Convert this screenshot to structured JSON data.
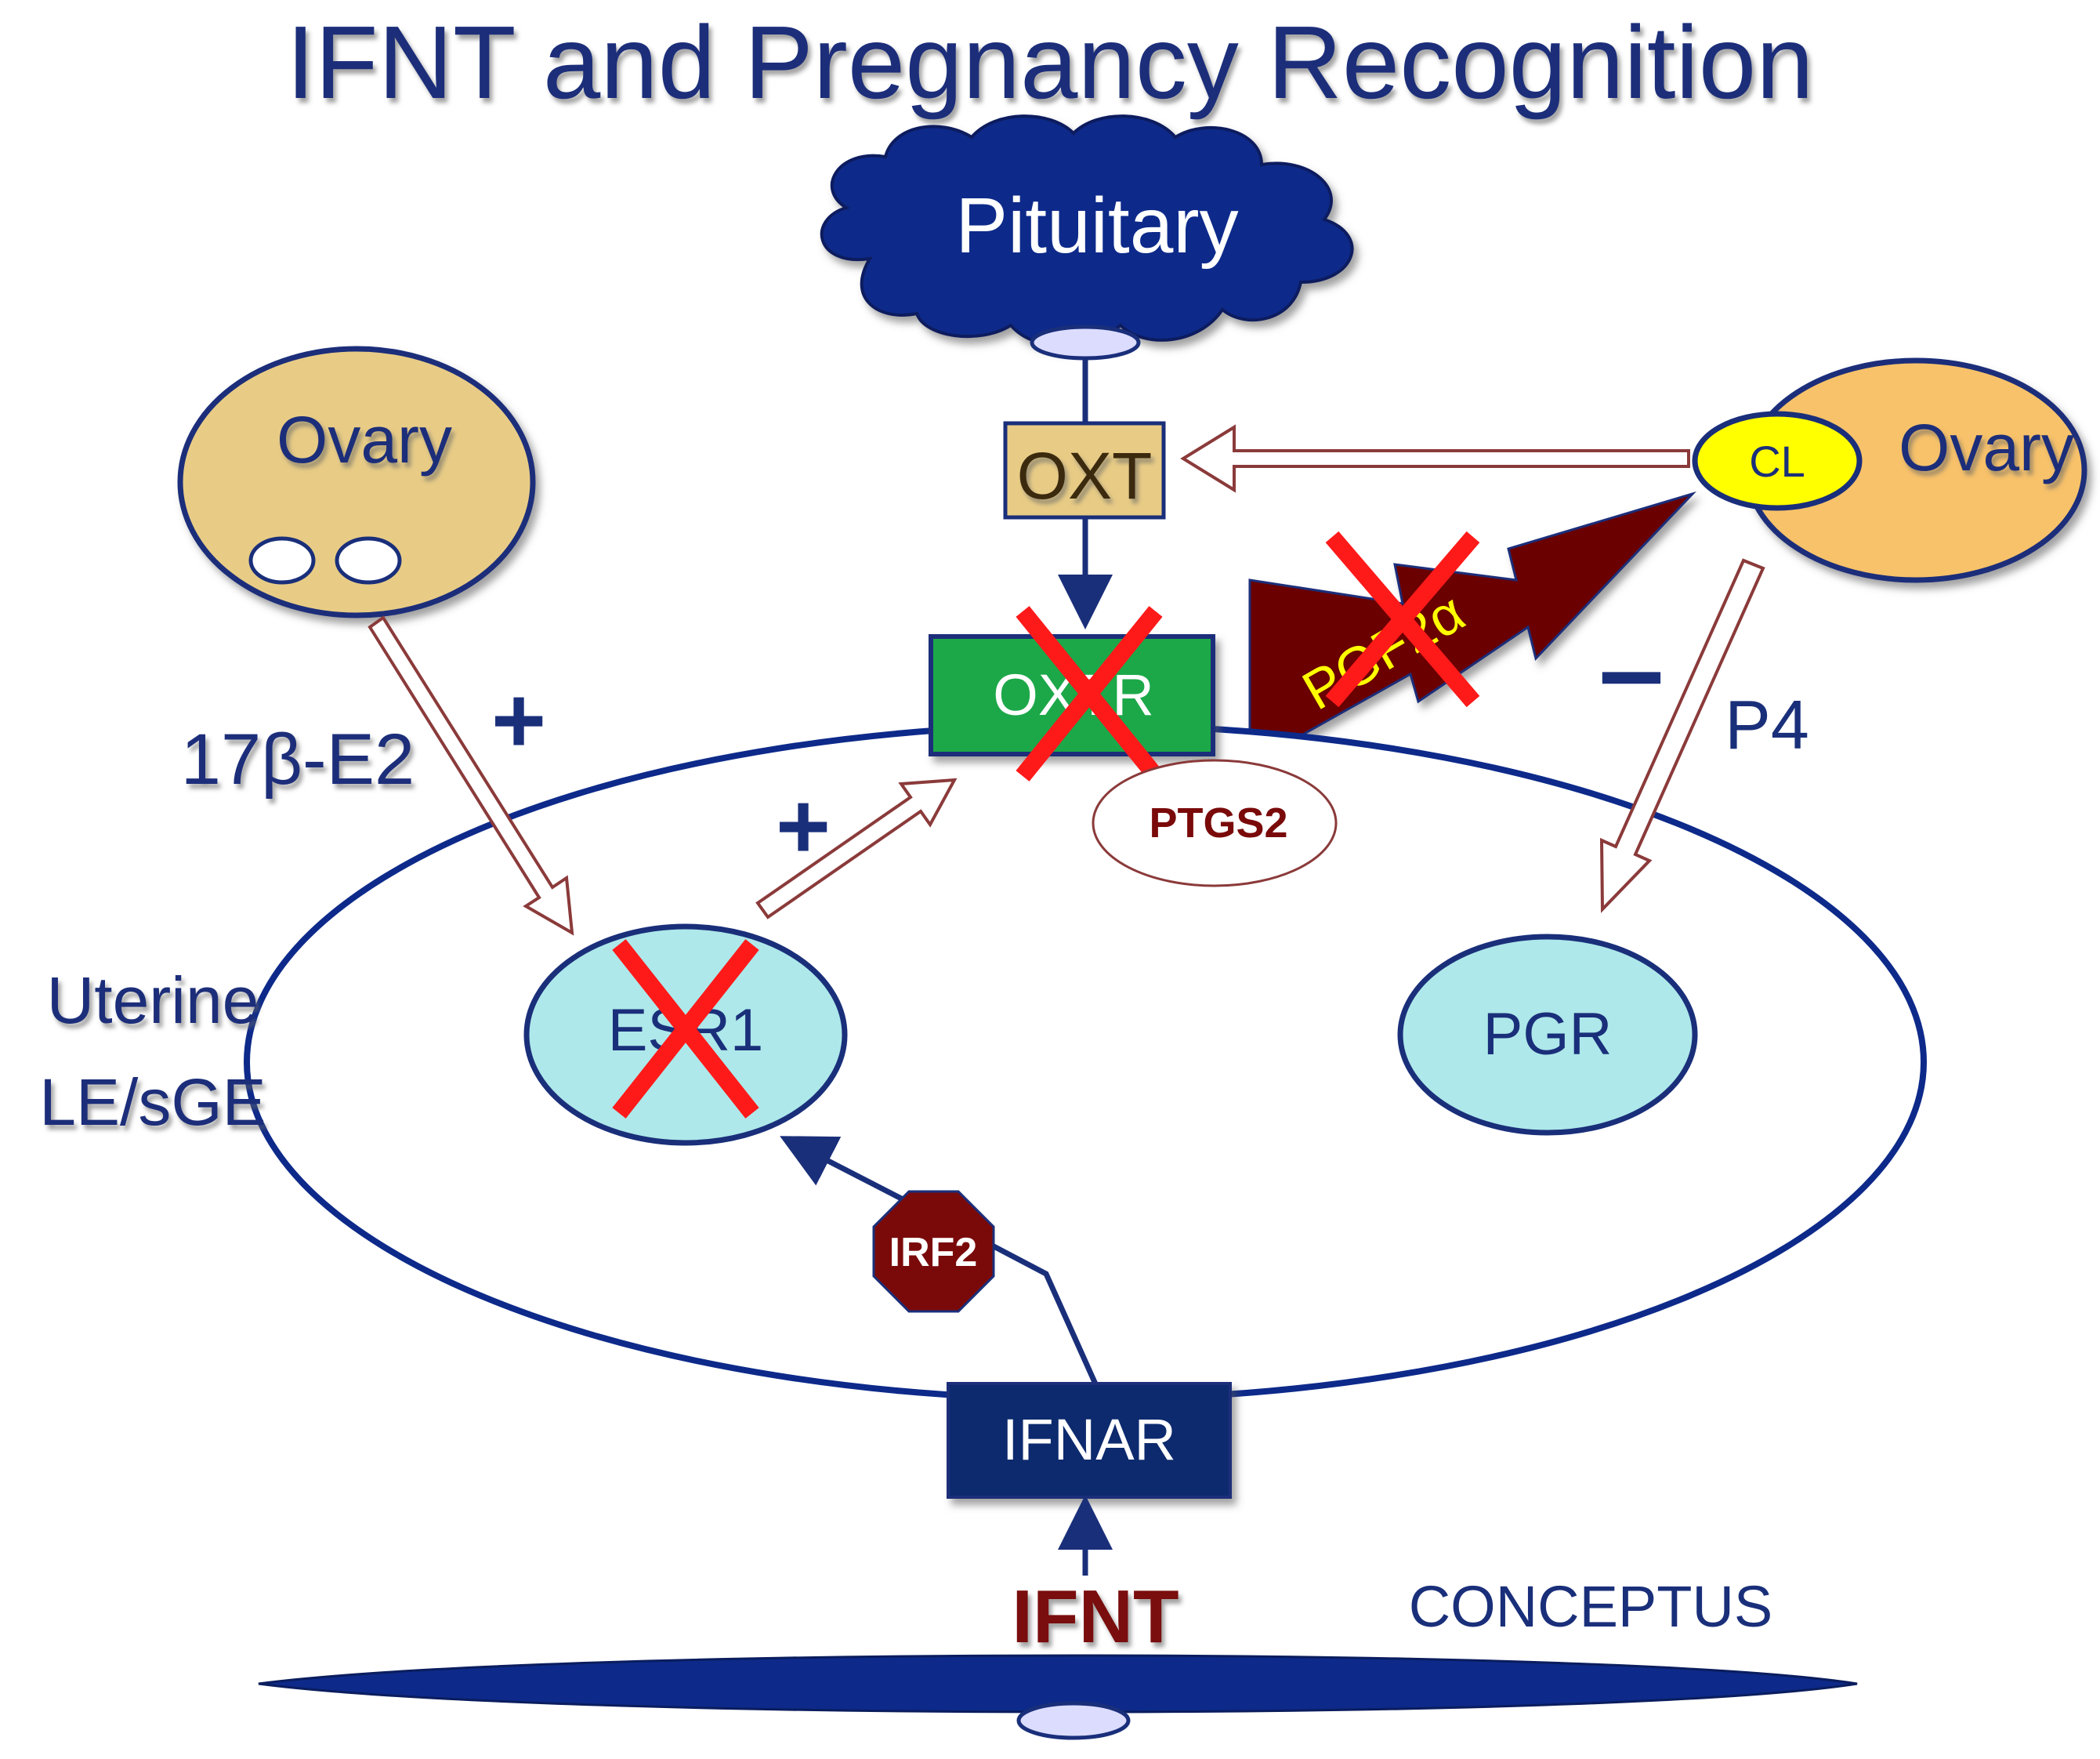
{
  "title": "IFNT and Pregnancy Recognition",
  "labels": {
    "pituitary": "Pituitary",
    "ovary_left": "Ovary",
    "ovary_right": "Ovary",
    "cl": "CL",
    "oxt": "OXT",
    "oxtr": "OXTR",
    "pgf": "PGF2α",
    "ptgs2": "PTGS2",
    "estradiol": "17β-E2",
    "plus_left": "+",
    "plus_inner": "+",
    "minus_right": "–",
    "p4": "P4",
    "uterine_line1": "Uterine",
    "uterine_line2": "LE/sGE",
    "esr1": "ESR1",
    "pgr": "PGR",
    "irf2": "IRF2",
    "ifnar": "IFNAR",
    "ifnt": "IFNT",
    "conceptus": "CONCEPTUS"
  },
  "colors": {
    "navy": "#1a2f7a",
    "cloud": "#0d2a8a",
    "ovary_fill": "#e8cc86",
    "ovary_right_fill": "#f8c26a",
    "cl_fill": "#ffff00",
    "oxt_fill": "#e8cc86",
    "oxtr_fill": "#1aa84a",
    "pgf_fill": "#6b0000",
    "pgf_text": "#ffff00",
    "cyan": "#aee8ea",
    "x_mark": "#ff1a1a",
    "irf2_fill": "#7a0a0a",
    "ifnar_fill": "#0d2a6e",
    "ifnt_text": "#7a0a0a",
    "ptgs2_text": "#7a0a0a",
    "hollow_arrow": "#8b3a3a"
  },
  "blocked": [
    "OXTR",
    "PGF2α",
    "ESR1"
  ]
}
